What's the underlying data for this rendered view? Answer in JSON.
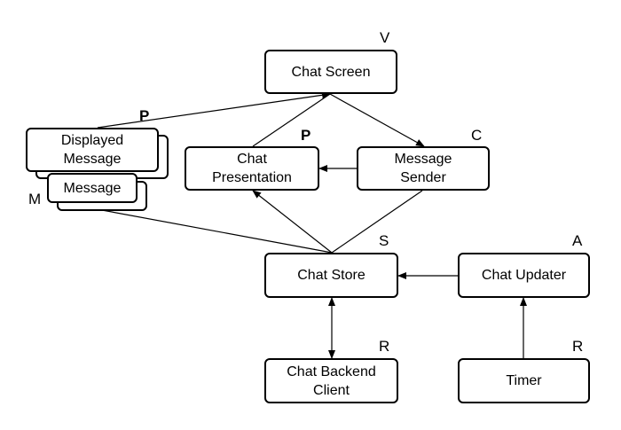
{
  "nodes": {
    "chat_screen": {
      "label": "Chat Screen",
      "tag": "V"
    },
    "displayed_message": {
      "label": "Displayed\nMessage",
      "tag": "P"
    },
    "message": {
      "label": "Message",
      "tag": "M"
    },
    "chat_presentation": {
      "label": "Chat\nPresentation",
      "tag": "P"
    },
    "message_sender": {
      "label": "Message\nSender",
      "tag": "C"
    },
    "chat_store": {
      "label": "Chat Store",
      "tag": "S"
    },
    "chat_updater": {
      "label": "Chat Updater",
      "tag": "A"
    },
    "chat_backend_client": {
      "label": "Chat Backend\nClient",
      "tag": "R"
    },
    "timer": {
      "label": "Timer",
      "tag": "R"
    }
  },
  "edges": [
    {
      "from": "chat_presentation",
      "to": "chat_screen",
      "type": "line"
    },
    {
      "from": "chat_screen",
      "to": "message_sender",
      "type": "arrow"
    },
    {
      "from": "displayed_message",
      "to": "chat_screen",
      "type": "arrow"
    },
    {
      "from": "message_sender",
      "to": "chat_presentation",
      "type": "arrow"
    },
    {
      "from": "chat_store",
      "to": "chat_presentation",
      "type": "arrow"
    },
    {
      "from": "message_sender",
      "to": "chat_store",
      "type": "line"
    },
    {
      "from": "message",
      "to": "chat_store",
      "type": "line"
    },
    {
      "from": "chat_updater",
      "to": "chat_store",
      "type": "arrow"
    },
    {
      "from": "chat_store",
      "to": "chat_backend_client",
      "type": "bidirectional"
    },
    {
      "from": "timer",
      "to": "chat_updater",
      "type": "arrow"
    }
  ]
}
